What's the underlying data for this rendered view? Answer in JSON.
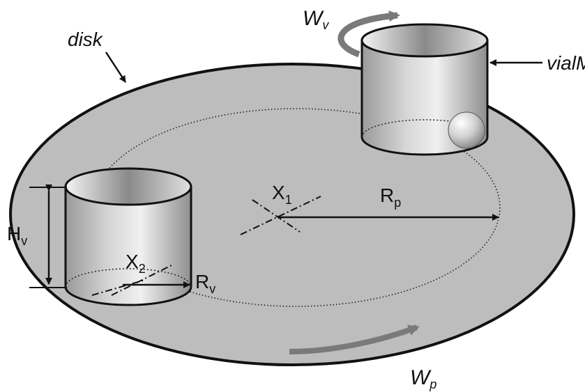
{
  "labels": {
    "disk": "disk",
    "vial": "vialM",
    "wv_main": "W",
    "wv_sub": "v",
    "wp_main": "W",
    "wp_sub": "p",
    "x1_main": "X",
    "x1_sub": "1",
    "x2_main": "X",
    "x2_sub": "2",
    "rp_main": "R",
    "rp_sub": "p",
    "rv_main": "R",
    "rv_sub": "v",
    "hv_main": "H",
    "hv_sub": "v"
  },
  "colors": {
    "disk_fill": "#bdbdbd",
    "outline": "#111111",
    "rotation_arrow": "#7a7a7a",
    "ball": "#e8e8e8"
  }
}
